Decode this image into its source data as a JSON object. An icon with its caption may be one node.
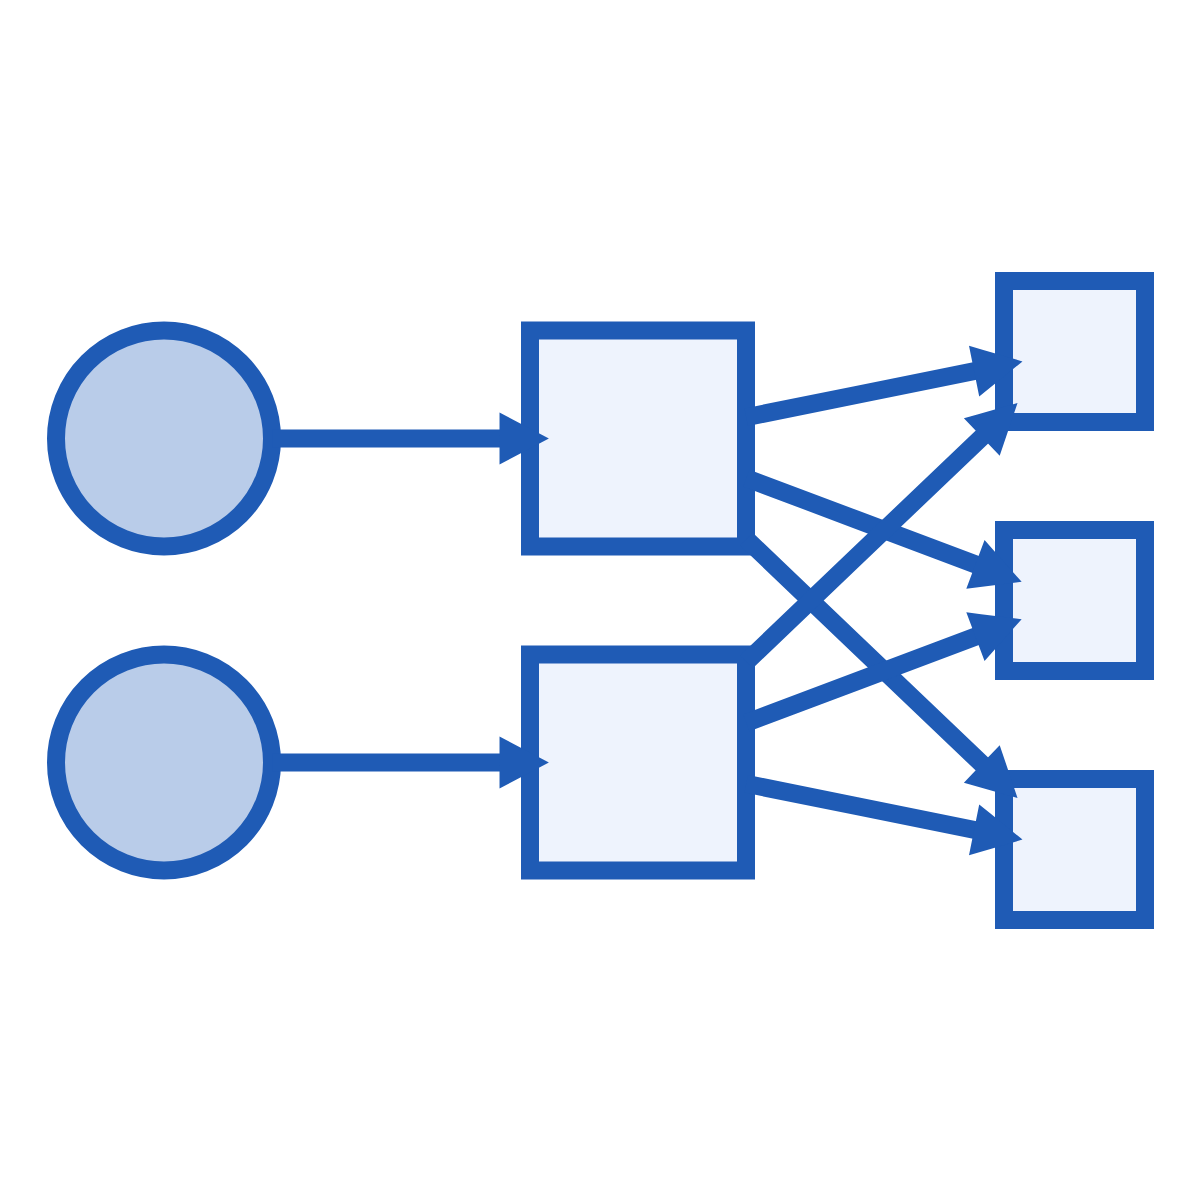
{
  "diagram": {
    "nodes": [
      {
        "text": [],
        "shape": "circle"
      },
      {
        "text": [],
        "shape": "circle"
      },
      {
        "text": [],
        "shape": "box"
      },
      {
        "text": [],
        "shape": "box"
      },
      {
        "text": [],
        "shape": "box"
      },
      {
        "text": [],
        "shape": "box"
      },
      {
        "text": [],
        "shape": "box"
      }
    ],
    "edges": [
      {
        "from": 0,
        "to": 2,
        "arrow": "to"
      },
      {
        "from": 1,
        "to": 3,
        "arrow": "to"
      },
      {
        "from": 2,
        "to": 4,
        "arrow": "to"
      },
      {
        "from": 2,
        "to": 5,
        "arrow": "to"
      },
      {
        "from": 2,
        "to": 6,
        "arrow": "to"
      },
      {
        "from": 3,
        "to": 4,
        "arrow": "to"
      },
      {
        "from": 3,
        "to": 5,
        "arrow": "to"
      },
      {
        "from": 3,
        "to": 6,
        "arrow": "to"
      }
    ]
  }
}
